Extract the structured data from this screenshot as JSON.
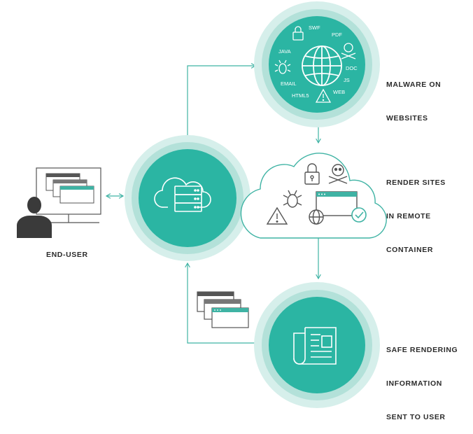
{
  "labels": {
    "malware": [
      "MALWARE ON",
      "WEBSITES"
    ],
    "render": [
      "RENDER SITES",
      "IN REMOTE",
      "CONTAINER"
    ],
    "safe": [
      "SAFE RENDERING",
      "INFORMATION",
      "SENT TO USER"
    ],
    "end_user": "END-USER"
  },
  "malware_tags": [
    "SWF",
    "PDF",
    "JAVA",
    "DOC",
    "JS",
    "EMAIL",
    "HTML5",
    "WEB"
  ],
  "colors": {
    "teal": "#2bb5a3",
    "teal_dark": "#1f9e8e",
    "teal_halo": "#d6efeb",
    "line": "#3fb3a4",
    "user": "#3a3a3a"
  },
  "icons": {
    "server_circle": "cloud-server-icon",
    "malware_circle": "globe-icon",
    "safe_circle": "newspaper-icon",
    "cloud_contents": [
      "lock-icon",
      "skull-icon",
      "bug-icon",
      "warning-icon",
      "globe-icon",
      "browser-window-icon",
      "check-icon"
    ],
    "user": "user-at-computer-icon"
  }
}
